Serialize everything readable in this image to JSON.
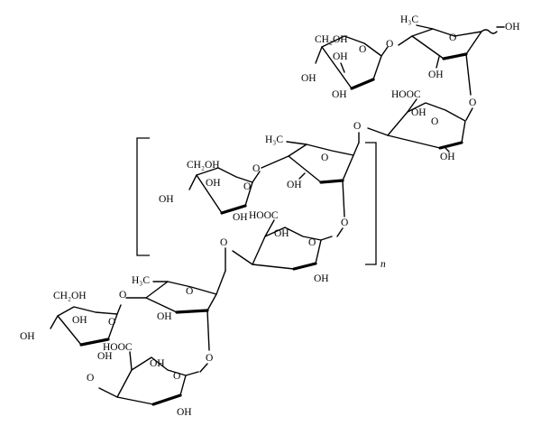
{
  "labels": {
    "oh": "OH",
    "ch2oh": "CH₂OH",
    "h3c": "H₃C",
    "hooc": "HOOC",
    "ring_o": "O",
    "link_o": "O",
    "end_oh": "OH",
    "repeat": "n"
  }
}
